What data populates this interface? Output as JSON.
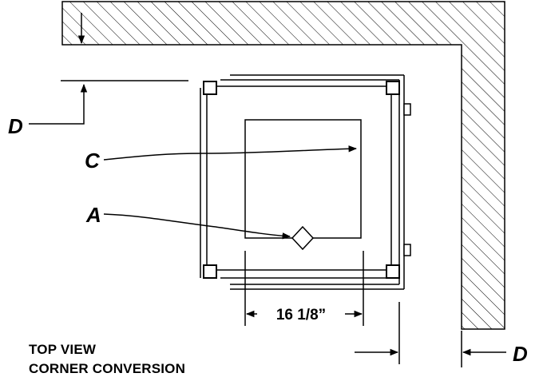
{
  "callouts": {
    "d_left": "D",
    "c": "C",
    "a": "A",
    "d_right": "D"
  },
  "dimension": {
    "width_label": "16 1/8”"
  },
  "caption": {
    "line1": "TOP VIEW",
    "line2": "CORNER CONVERSION"
  },
  "colors": {
    "ink": "#000000",
    "background": "#ffffff"
  }
}
